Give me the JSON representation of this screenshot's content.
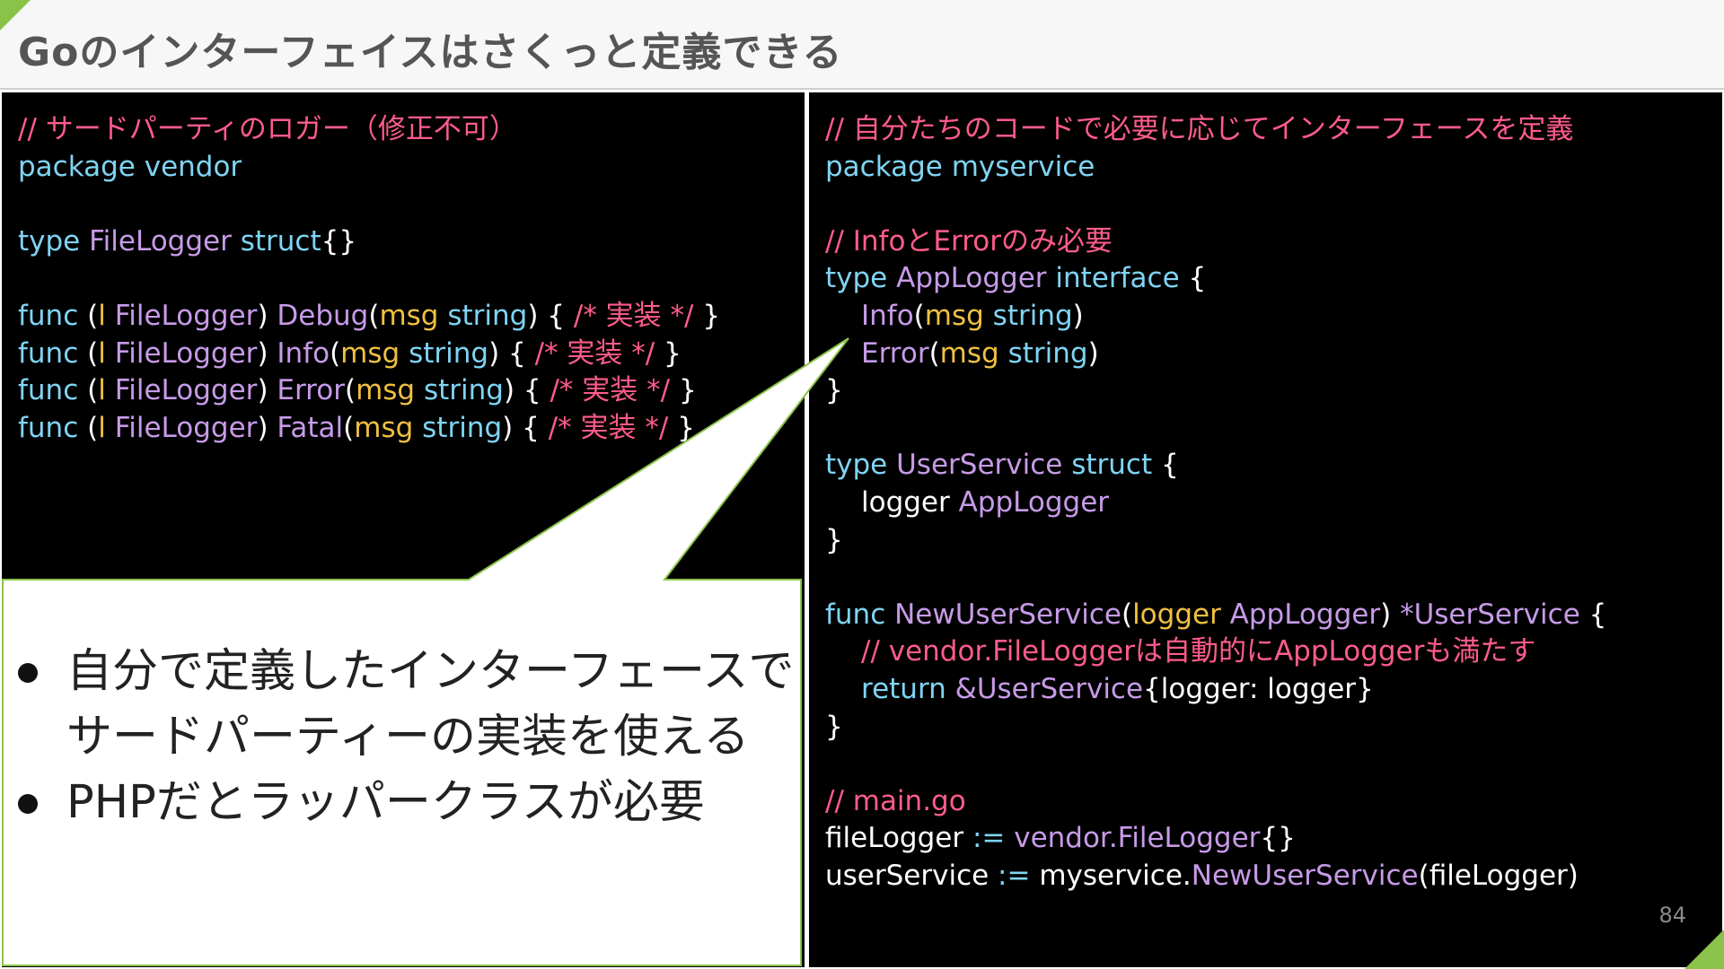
{
  "slide": {
    "title": "Goのインターフェイスはさくっと定義できる",
    "page_number": "84"
  },
  "left_code": [
    [
      {
        "t": "// サードパーティのロガー（修正不可）",
        "c": "comment"
      }
    ],
    [
      {
        "t": "package vendor",
        "c": "kw"
      }
    ],
    [],
    [
      {
        "t": "type ",
        "c": "kw"
      },
      {
        "t": "FileLogger ",
        "c": "type"
      },
      {
        "t": "struct",
        "c": "kw"
      },
      {
        "t": "{}",
        "c": "plain"
      }
    ],
    [],
    [
      {
        "t": "func ",
        "c": "kw"
      },
      {
        "t": "(",
        "c": "plain"
      },
      {
        "t": "l ",
        "c": "param"
      },
      {
        "t": "FileLogger",
        "c": "type"
      },
      {
        "t": ") ",
        "c": "plain"
      },
      {
        "t": "Debug",
        "c": "type"
      },
      {
        "t": "(",
        "c": "plain"
      },
      {
        "t": "msg ",
        "c": "param"
      },
      {
        "t": "string",
        "c": "kw"
      },
      {
        "t": ") { ",
        "c": "plain"
      },
      {
        "t": "/* 実装 */",
        "c": "comment"
      },
      {
        "t": " }",
        "c": "plain"
      }
    ],
    [
      {
        "t": "func ",
        "c": "kw"
      },
      {
        "t": "(",
        "c": "plain"
      },
      {
        "t": "l ",
        "c": "param"
      },
      {
        "t": "FileLogger",
        "c": "type"
      },
      {
        "t": ") ",
        "c": "plain"
      },
      {
        "t": "Info",
        "c": "type"
      },
      {
        "t": "(",
        "c": "plain"
      },
      {
        "t": "msg ",
        "c": "param"
      },
      {
        "t": "string",
        "c": "kw"
      },
      {
        "t": ") { ",
        "c": "plain"
      },
      {
        "t": "/* 実装 */",
        "c": "comment"
      },
      {
        "t": " }",
        "c": "plain"
      }
    ],
    [
      {
        "t": "func ",
        "c": "kw"
      },
      {
        "t": "(",
        "c": "plain"
      },
      {
        "t": "l ",
        "c": "param"
      },
      {
        "t": "FileLogger",
        "c": "type"
      },
      {
        "t": ") ",
        "c": "plain"
      },
      {
        "t": "Error",
        "c": "type"
      },
      {
        "t": "(",
        "c": "plain"
      },
      {
        "t": "msg ",
        "c": "param"
      },
      {
        "t": "string",
        "c": "kw"
      },
      {
        "t": ") { ",
        "c": "plain"
      },
      {
        "t": "/* 実装 */",
        "c": "comment"
      },
      {
        "t": " }",
        "c": "plain"
      }
    ],
    [
      {
        "t": "func ",
        "c": "kw"
      },
      {
        "t": "(",
        "c": "plain"
      },
      {
        "t": "l ",
        "c": "param"
      },
      {
        "t": "FileLogger",
        "c": "type"
      },
      {
        "t": ") ",
        "c": "plain"
      },
      {
        "t": "Fatal",
        "c": "type"
      },
      {
        "t": "(",
        "c": "plain"
      },
      {
        "t": "msg ",
        "c": "param"
      },
      {
        "t": "string",
        "c": "kw"
      },
      {
        "t": ") { ",
        "c": "plain"
      },
      {
        "t": "/* 実装 */",
        "c": "comment"
      },
      {
        "t": " }",
        "c": "plain"
      }
    ]
  ],
  "right_code": [
    [
      {
        "t": "// 自分たちのコードで必要に応じてインターフェースを定義",
        "c": "comment"
      }
    ],
    [
      {
        "t": "package myservice",
        "c": "kw"
      }
    ],
    [],
    [
      {
        "t": "// InfoとErrorのみ必要",
        "c": "comment"
      }
    ],
    [
      {
        "t": "type ",
        "c": "kw"
      },
      {
        "t": "AppLogger ",
        "c": "type"
      },
      {
        "t": "interface",
        "c": "kw"
      },
      {
        "t": " {",
        "c": "plain"
      }
    ],
    [
      {
        "t": "Info",
        "c": "type",
        "i": 1
      },
      {
        "t": "(",
        "c": "plain"
      },
      {
        "t": "msg ",
        "c": "param"
      },
      {
        "t": "string",
        "c": "kw"
      },
      {
        "t": ")",
        "c": "plain"
      }
    ],
    [
      {
        "t": "Error",
        "c": "type",
        "i": 1
      },
      {
        "t": "(",
        "c": "plain"
      },
      {
        "t": "msg ",
        "c": "param"
      },
      {
        "t": "string",
        "c": "kw"
      },
      {
        "t": ")",
        "c": "plain"
      }
    ],
    [
      {
        "t": "}",
        "c": "plain"
      }
    ],
    [],
    [
      {
        "t": "type ",
        "c": "kw"
      },
      {
        "t": "UserService ",
        "c": "type"
      },
      {
        "t": "struct",
        "c": "kw"
      },
      {
        "t": " {",
        "c": "plain"
      }
    ],
    [
      {
        "t": "logger ",
        "c": "plain",
        "i": 1
      },
      {
        "t": "AppLogger",
        "c": "type"
      }
    ],
    [
      {
        "t": "}",
        "c": "plain"
      }
    ],
    [],
    [
      {
        "t": "func ",
        "c": "kw"
      },
      {
        "t": "NewUserService",
        "c": "type"
      },
      {
        "t": "(",
        "c": "plain"
      },
      {
        "t": "logger ",
        "c": "param"
      },
      {
        "t": "AppLogger",
        "c": "type"
      },
      {
        "t": ") ",
        "c": "plain"
      },
      {
        "t": "*UserService",
        "c": "type"
      },
      {
        "t": " {",
        "c": "plain"
      }
    ],
    [
      {
        "t": "// vendor.FileLoggerは自動的にAppLoggerも満たす",
        "c": "comment",
        "i": 1
      }
    ],
    [
      {
        "t": "return ",
        "c": "kw",
        "i": 1
      },
      {
        "t": "&UserService",
        "c": "type"
      },
      {
        "t": "{logger: logger}",
        "c": "plain"
      }
    ],
    [
      {
        "t": "}",
        "c": "plain"
      }
    ],
    [],
    [
      {
        "t": "// main.go",
        "c": "comment"
      }
    ],
    [
      {
        "t": "fileLogger ",
        "c": "plain"
      },
      {
        "t": ":= ",
        "c": "kw"
      },
      {
        "t": "vendor.FileLogger",
        "c": "type"
      },
      {
        "t": "{}",
        "c": "plain"
      }
    ],
    [
      {
        "t": "userService ",
        "c": "plain"
      },
      {
        "t": ":= ",
        "c": "kw"
      },
      {
        "t": "myservice.",
        "c": "plain"
      },
      {
        "t": "NewUserService",
        "c": "type"
      },
      {
        "t": "(fileLogger)",
        "c": "plain"
      }
    ]
  ],
  "callout": {
    "bullets": [
      "自分で定義したインターフェースでサードパーティーの実装を使える",
      "PHPだとラッパークラスが必要"
    ]
  },
  "colors": {
    "comment": "#ff5c8a",
    "keyword": "#7fd4f4",
    "type": "#c79be8",
    "param": "#f0c040",
    "plain": "#ffffff",
    "accent": "#8bc34a",
    "callout_border": "#8bc34a"
  }
}
